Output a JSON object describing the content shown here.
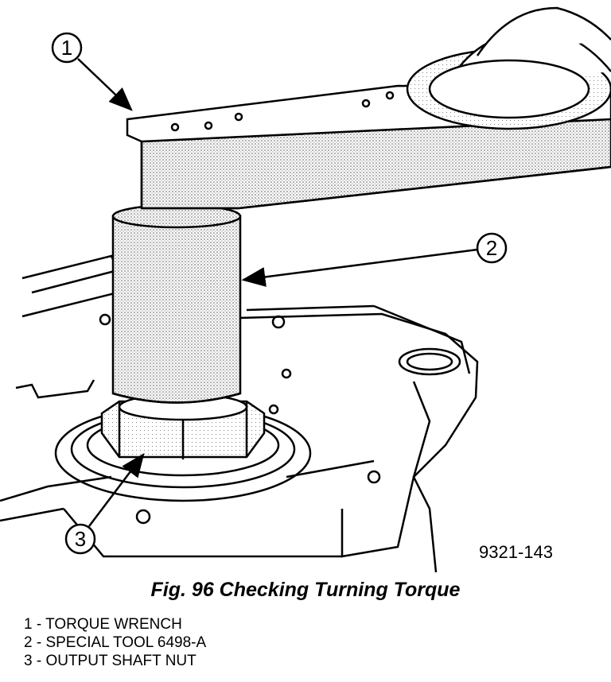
{
  "figure": {
    "reference_id": "9321-143",
    "callouts": [
      {
        "number": "1"
      },
      {
        "number": "2"
      },
      {
        "number": "3"
      }
    ]
  },
  "caption": "Fig. 96 Checking Turning Torque",
  "legend": [
    "1 - TORQUE WRENCH",
    "2 - SPECIAL TOOL 6498-A",
    "3 - OUTPUT SHAFT NUT"
  ]
}
